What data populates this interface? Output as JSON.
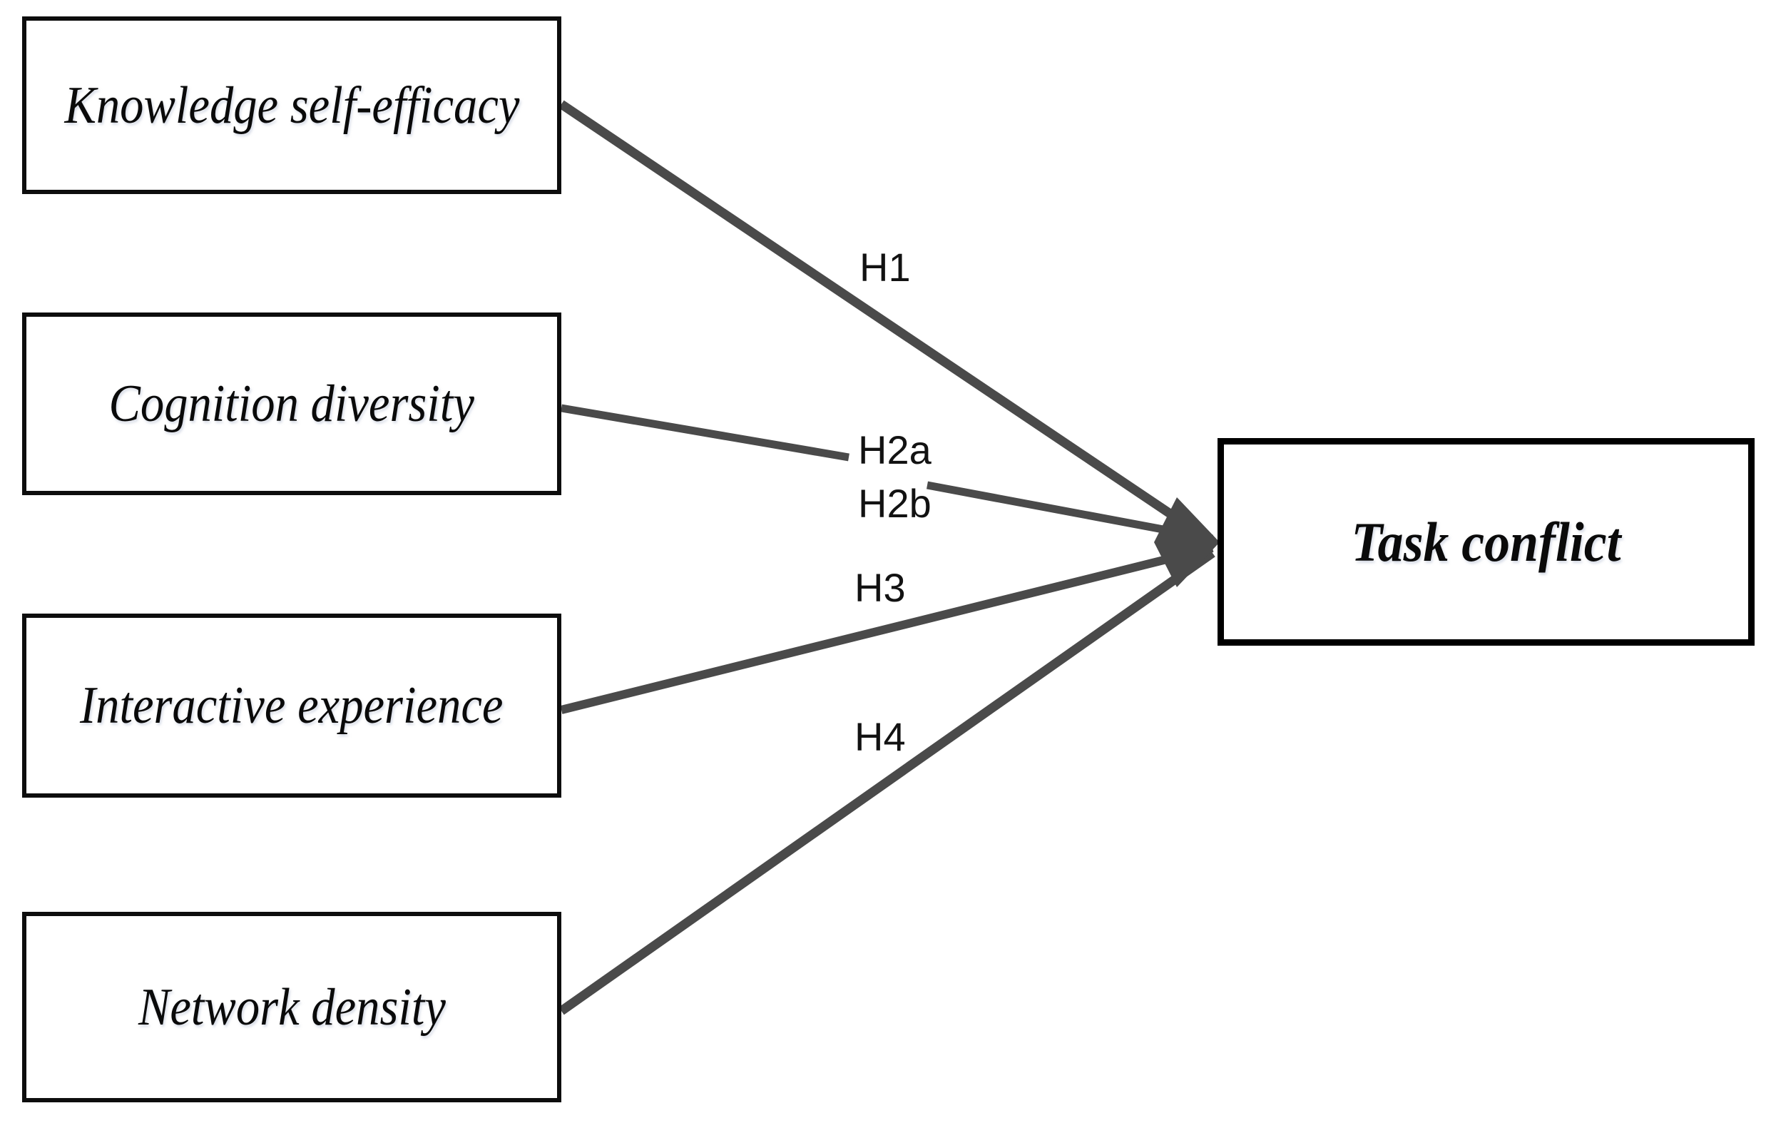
{
  "figure": {
    "type": "conceptual-research-model",
    "background_color": "#ffffff",
    "edge_color": "#4a4a4a",
    "box_border_color": "#0d0d0d",
    "outcome_border_color": "#000000"
  },
  "nodes": {
    "antecedents": [
      {
        "id": "knowledge-self-efficacy",
        "label": "Knowledge self-efficacy"
      },
      {
        "id": "cognition-diversity",
        "label": "Cognition diversity"
      },
      {
        "id": "interactive-experience",
        "label": "Interactive experience"
      },
      {
        "id": "network-density",
        "label": "Network density"
      }
    ],
    "outcome": {
      "id": "task-conflict",
      "label": "Task conflict"
    }
  },
  "edges": [
    {
      "id": "h1",
      "label": "H1",
      "from": "knowledge-self-efficacy",
      "to": "task-conflict"
    },
    {
      "id": "h2a",
      "label": "H2a",
      "from": "cognition-diversity",
      "to": "task-conflict"
    },
    {
      "id": "h2b",
      "label": "H2b",
      "from": "cognition-diversity",
      "to": "task-conflict"
    },
    {
      "id": "h3",
      "label": "H3",
      "from": "interactive-experience",
      "to": "task-conflict"
    },
    {
      "id": "h4",
      "label": "H4",
      "from": "network-density",
      "to": "task-conflict"
    }
  ]
}
